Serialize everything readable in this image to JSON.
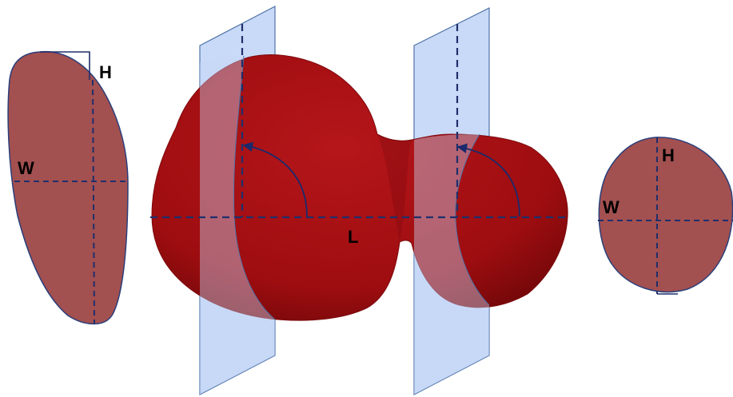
{
  "colors": {
    "body_fill": "#a50f12",
    "body_dark": "#7c0a0d",
    "section_fill": "#a35050",
    "section_stroke": "#2a3f7a",
    "plane_fill": "#c9daf8",
    "plane_stroke": "#4f73a8",
    "axis_dash": "#1f2f6b",
    "arrow": "#1a2a6c"
  },
  "labels": {
    "left_section_w": "W",
    "left_section_h": "H",
    "length": "L",
    "right_section_w": "W",
    "right_section_h": "H"
  }
}
